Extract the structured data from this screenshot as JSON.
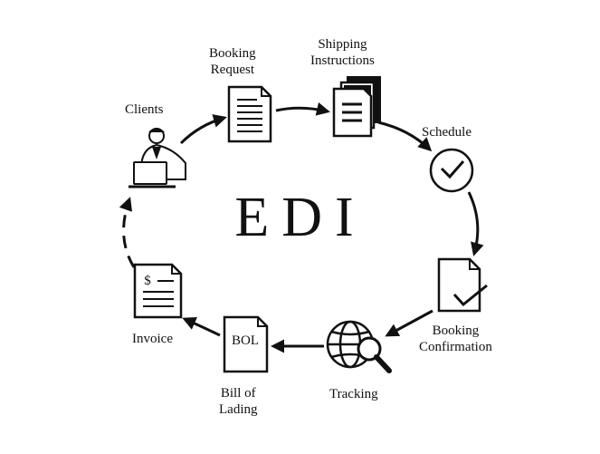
{
  "center_title": "EDI",
  "nodes": {
    "clients": "Clients",
    "booking_request": [
      "Booking",
      "Request"
    ],
    "shipping_instructions": [
      "Shipping",
      "Instructions"
    ],
    "schedule": "Schedule",
    "booking_confirmation": [
      "Booking",
      "Confirmation"
    ],
    "tracking": "Tracking",
    "bill_of_lading": [
      "Bill of",
      "Lading"
    ],
    "invoice": "Invoice"
  },
  "icons": {
    "bol_text": "BOL",
    "invoice_symbol": "$"
  }
}
